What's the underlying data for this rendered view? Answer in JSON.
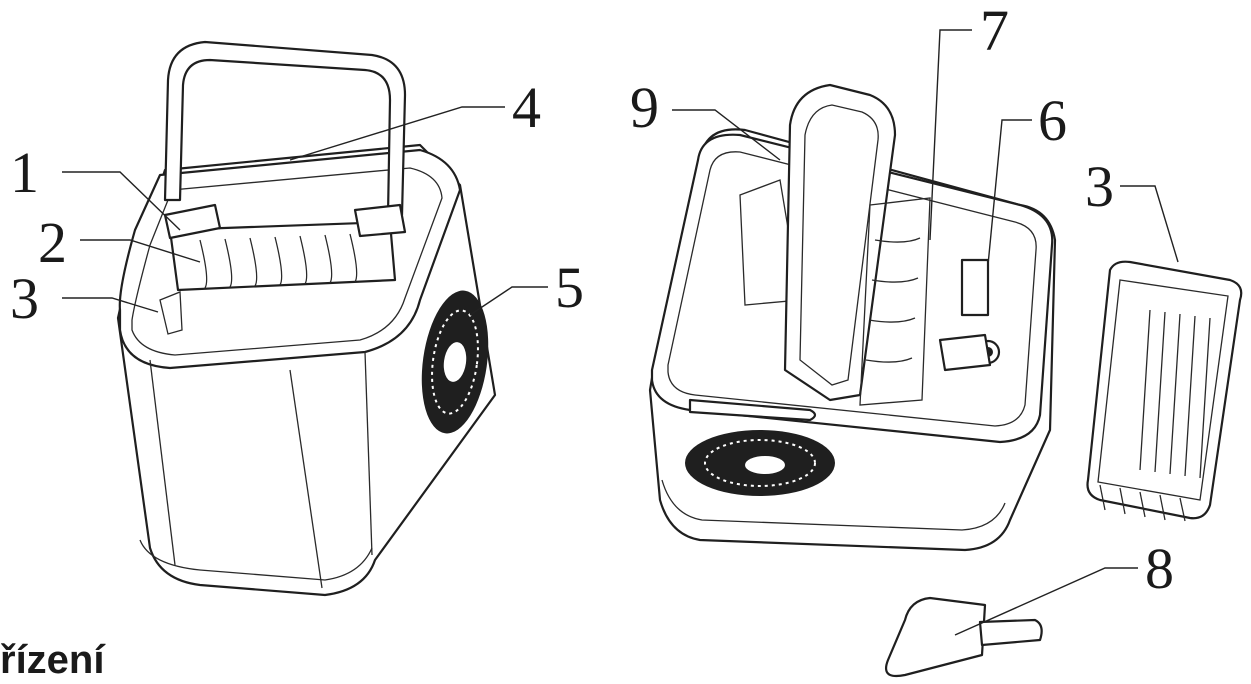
{
  "heading": "řízení",
  "callouts": [
    "1",
    "2",
    "3",
    "4",
    "5",
    "9",
    "7",
    "6",
    "3",
    "8"
  ]
}
